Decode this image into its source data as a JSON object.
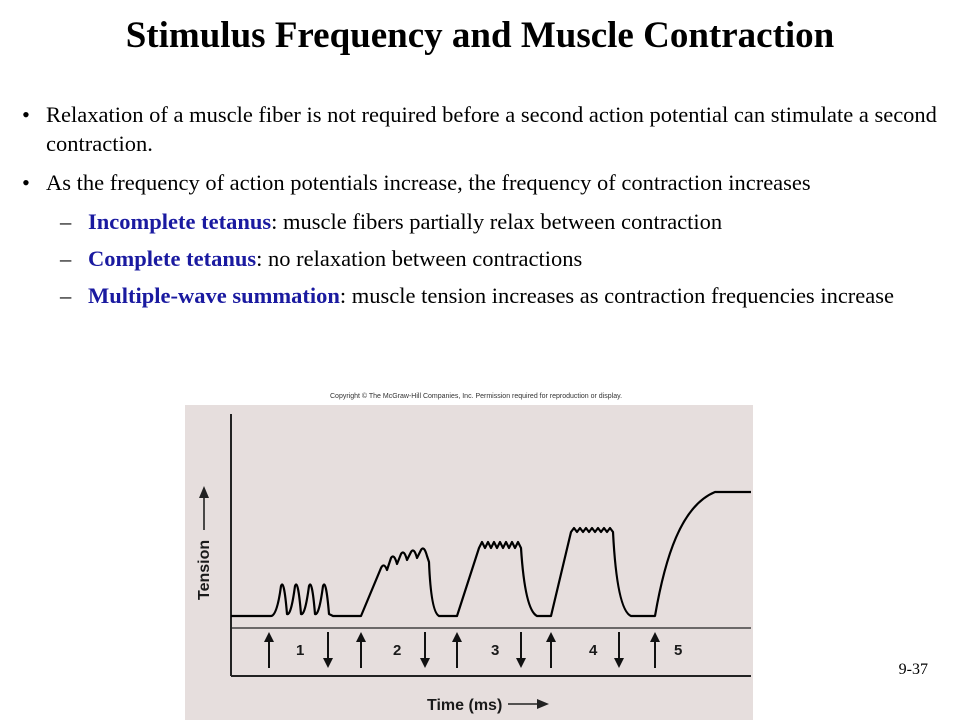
{
  "title": "Stimulus Frequency and Muscle Contraction",
  "bullets": [
    "Relaxation of a muscle fiber is not required before a second action potential can stimulate a second contraction.",
    "As the frequency of action potentials increase, the frequency of contraction increases"
  ],
  "sub_bullets": [
    {
      "term": "Incomplete tetanus",
      "text": ": muscle fibers partially relax between contraction"
    },
    {
      "term": "Complete tetanus",
      "text": ": no relaxation between contractions"
    },
    {
      "term": "Multiple-wave summation",
      "text": ": muscle tension increases as contraction frequencies increase"
    }
  ],
  "figure": {
    "copyright": "Copyright © The McGraw-Hill Companies, Inc. Permission required for reproduction or display.",
    "y_label": "Tension",
    "x_label": "Time (ms)",
    "stimulus_labels": [
      "1",
      "2",
      "3",
      "4",
      "5"
    ],
    "panel_color": "#e6dedd",
    "curve_color": "#000000"
  },
  "slide_number": "9-37"
}
